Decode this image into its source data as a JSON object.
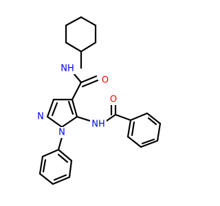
{
  "molecule": {
    "colors": {
      "bond": "#000000",
      "nitrogen": "#0000ff",
      "oxygen": "#ff0000",
      "background": "#ffffff"
    },
    "atoms": {
      "amide_nh": {
        "text": "NH",
        "element": "N"
      },
      "amide_o": {
        "text": "O",
        "element": "O"
      },
      "ring_n2": {
        "text": "N",
        "element": "N"
      },
      "ring_n1": {
        "text": "N",
        "element": "N"
      },
      "benzamide_nh": {
        "text": "NH",
        "element": "N"
      },
      "benzamide_o": {
        "text": "O",
        "element": "O"
      }
    }
  }
}
